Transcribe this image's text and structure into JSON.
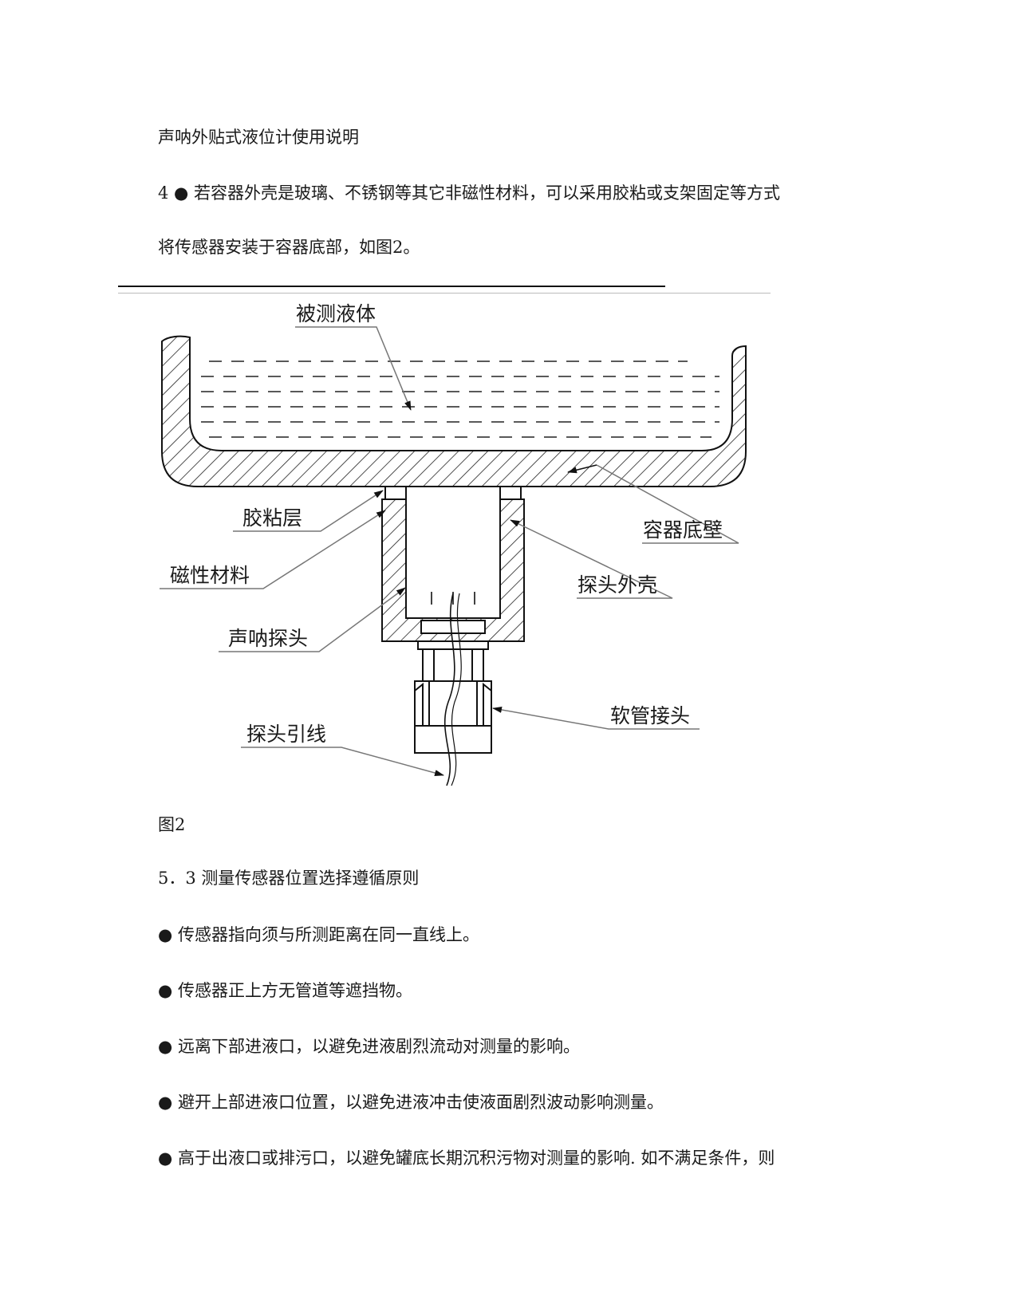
{
  "header": {
    "doc_title": "声呐外贴式液位计使用说明"
  },
  "intro": {
    "line1": "4 ● 若容器外壳是玻璃、不锈钢等其它非磁性材料，可以采用胶粘或支架固定等方式",
    "line2": "将传感器安装于容器底部，如图2。"
  },
  "figure": {
    "labels": {
      "liquid": "被测液体",
      "glue_layer": "胶粘层",
      "container_bottom": "容器底壁",
      "magnetic_material": "磁性材料",
      "probe_shell": "探头外壳",
      "sonar_probe": "声呐探头",
      "hose_connector": "软管接头",
      "probe_lead": "探头引线"
    },
    "caption": "图2"
  },
  "section": {
    "heading": "5．3 测量传感器位置选择遵循原则",
    "bullets": [
      "● 传感器指向须与所测距离在同一直线上。",
      "● 传感器正上方无管道等遮挡物。",
      "● 远离下部进液口，以避免进液剧烈流动对测量的影响。",
      "● 避开上部进液口位置，以避免进液冲击使液面剧烈波动影响测量。",
      "● 高于出液口或排污口，以避免罐底长期沉积污物对测量的影响. 如不满足条件，则"
    ]
  }
}
